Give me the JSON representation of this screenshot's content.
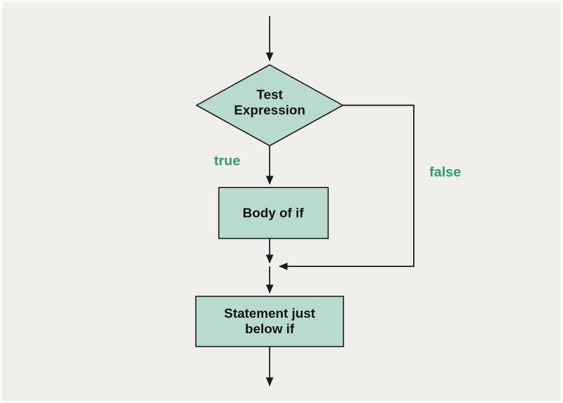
{
  "diagram": {
    "type": "flowchart",
    "description": "if statement control flow",
    "nodes": {
      "decision": {
        "shape": "diamond",
        "label_lines": [
          "Test",
          "Expression"
        ]
      },
      "body": {
        "shape": "rectangle",
        "label_lines": [
          "Body of if"
        ]
      },
      "statement": {
        "shape": "rectangle",
        "label_lines": [
          "Statement just",
          "below if"
        ]
      }
    },
    "edge_labels": {
      "true_branch": "true",
      "false_branch": "false"
    },
    "colors": {
      "background": "#f0efec",
      "node_fill": "#b9dbce",
      "node_stroke": "#1a1a1a",
      "arrow": "#1a1a1a",
      "node_text": "#111111",
      "edge_label_text": "#2e9c72"
    }
  }
}
